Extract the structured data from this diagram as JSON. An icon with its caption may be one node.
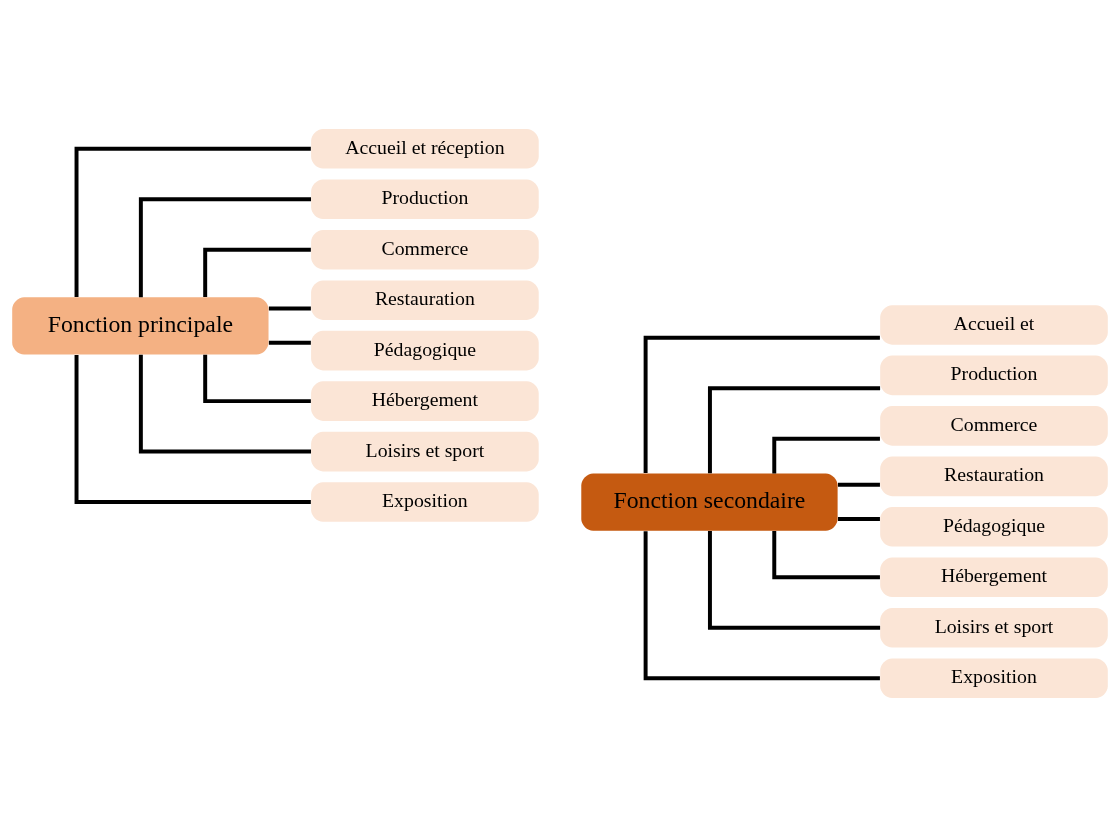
{
  "diagram": {
    "nodes": [
      {
        "text": [
          "Fonction principale"
        ]
      },
      {
        "text": [
          "Accueil et réception"
        ]
      },
      {
        "text": [
          "Production"
        ]
      },
      {
        "text": [
          "Commerce"
        ]
      },
      {
        "text": [
          "Restauration"
        ]
      },
      {
        "text": [
          "Pédagogique"
        ]
      },
      {
        "text": [
          "Hébergement"
        ]
      },
      {
        "text": [
          "Loisirs et sport"
        ]
      },
      {
        "text": [
          "Exposition"
        ]
      },
      {
        "text": [
          "Fonction secondaire"
        ]
      },
      {
        "text": [
          "Accueil et"
        ]
      },
      {
        "text": [
          "Production"
        ]
      },
      {
        "text": [
          "Commerce"
        ]
      },
      {
        "text": [
          "Restauration"
        ]
      },
      {
        "text": [
          "Pédagogique"
        ]
      },
      {
        "text": [
          "Hébergement"
        ]
      },
      {
        "text": [
          "Loisirs et sport"
        ]
      },
      {
        "text": [
          "Exposition"
        ]
      }
    ],
    "edges": [
      {
        "from": 0,
        "to": 1,
        "arrow": "none"
      },
      {
        "from": 0,
        "to": 2,
        "arrow": "none"
      },
      {
        "from": 0,
        "to": 3,
        "arrow": "none"
      },
      {
        "from": 0,
        "to": 4,
        "arrow": "none"
      },
      {
        "from": 0,
        "to": 5,
        "arrow": "none"
      },
      {
        "from": 0,
        "to": 6,
        "arrow": "none"
      },
      {
        "from": 0,
        "to": 7,
        "arrow": "none"
      },
      {
        "from": 0,
        "to": 8,
        "arrow": "none"
      },
      {
        "from": 9,
        "to": 10,
        "arrow": "none"
      },
      {
        "from": 9,
        "to": 11,
        "arrow": "none"
      },
      {
        "from": 9,
        "to": 12,
        "arrow": "none"
      },
      {
        "from": 9,
        "to": 13,
        "arrow": "none"
      },
      {
        "from": 9,
        "to": 14,
        "arrow": "none"
      },
      {
        "from": 9,
        "to": 15,
        "arrow": "none"
      },
      {
        "from": 9,
        "to": 16,
        "arrow": "none"
      },
      {
        "from": 9,
        "to": 17,
        "arrow": "none"
      }
    ]
  }
}
